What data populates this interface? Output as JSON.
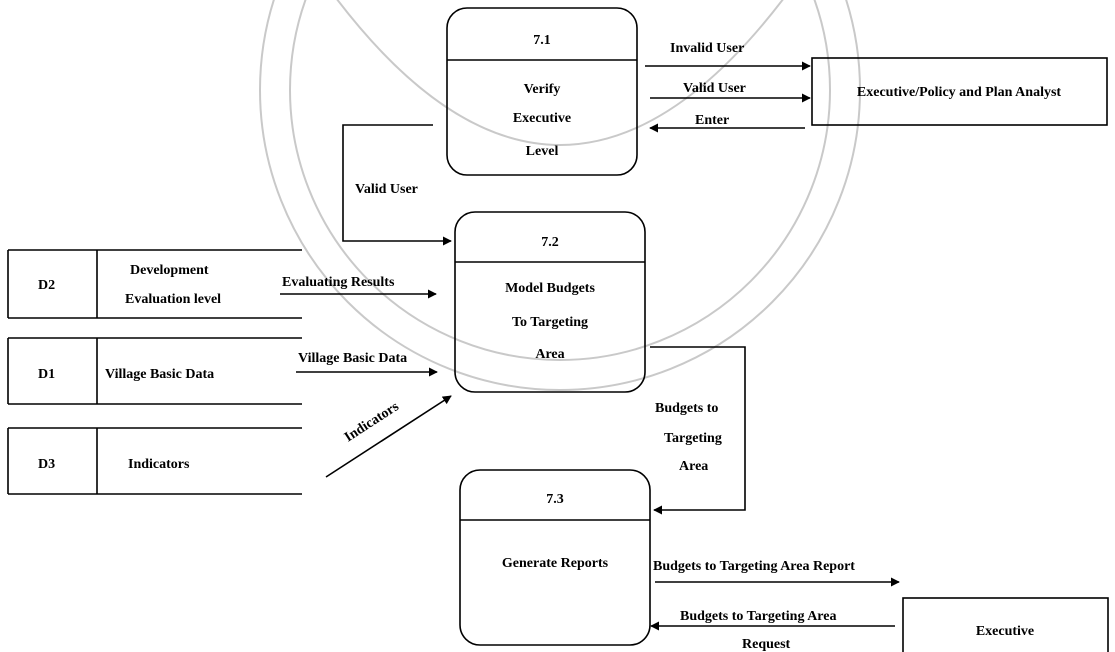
{
  "processes": [
    {
      "id": "7.1",
      "lines": [
        "Verify",
        "Executive",
        "Level"
      ]
    },
    {
      "id": "7.2",
      "lines": [
        "Model Budgets",
        "To Targeting",
        "Area"
      ]
    },
    {
      "id": "7.3",
      "lines": [
        "Generate Reports"
      ]
    }
  ],
  "entities": {
    "policy_analyst": "Executive/Policy and Plan Analyst",
    "executive": "Executive"
  },
  "data_stores": [
    {
      "id": "D2",
      "lines": [
        "Development",
        "Evaluation level"
      ]
    },
    {
      "id": "D1",
      "lines": [
        "Village Basic Data"
      ]
    },
    {
      "id": "D3",
      "lines": [
        "Indicators"
      ]
    }
  ],
  "flows": {
    "invalid_user": "Invalid User",
    "valid_user_right": "Valid User",
    "enter": "Enter",
    "valid_user_left": "Valid User",
    "evaluating_results": "Evaluating Results",
    "village_basic_data": "Village Basic Data",
    "indicators": "Indicators",
    "budgets_to": "Budgets to",
    "targeting": "Targeting",
    "area": "Area",
    "report": "Budgets to Targeting Area Report",
    "request_line1": "Budgets to Targeting Area",
    "request_line2": "Request"
  }
}
